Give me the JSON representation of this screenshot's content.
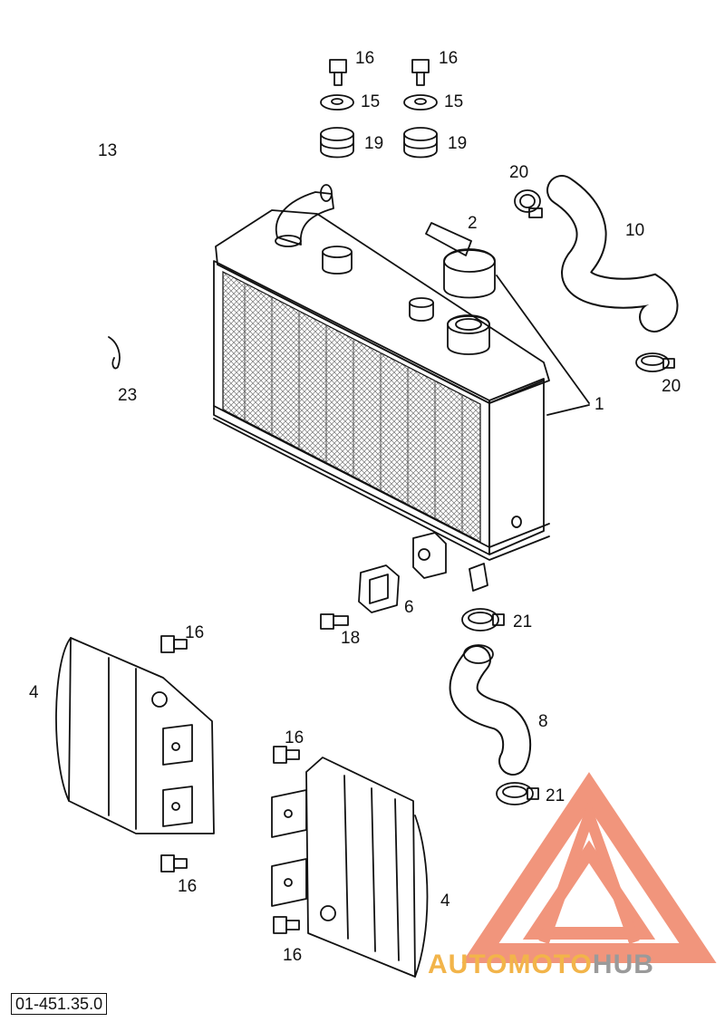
{
  "diagram": {
    "callouts": {
      "c1": "1",
      "c2": "2",
      "c4a": "4",
      "c4b": "4",
      "c6": "6",
      "c8": "8",
      "c10": "10",
      "c13": "13",
      "c15a": "15",
      "c15b": "15",
      "c16a": "16",
      "c16b": "16",
      "c16c": "16",
      "c16d": "16",
      "c16e": "16",
      "c16f": "16",
      "c18": "18",
      "c19a": "19",
      "c19b": "19",
      "c20a": "20",
      "c20b": "20",
      "c21a": "21",
      "c21b": "21",
      "c23": "23"
    },
    "reference_code": "01-451.35.0"
  },
  "watermark": {
    "brand_part1": "AUTOMOTO",
    "brand_part2": "HUB",
    "color_primary": "#f08a6e",
    "color_secondary": "#9a9a9a"
  }
}
